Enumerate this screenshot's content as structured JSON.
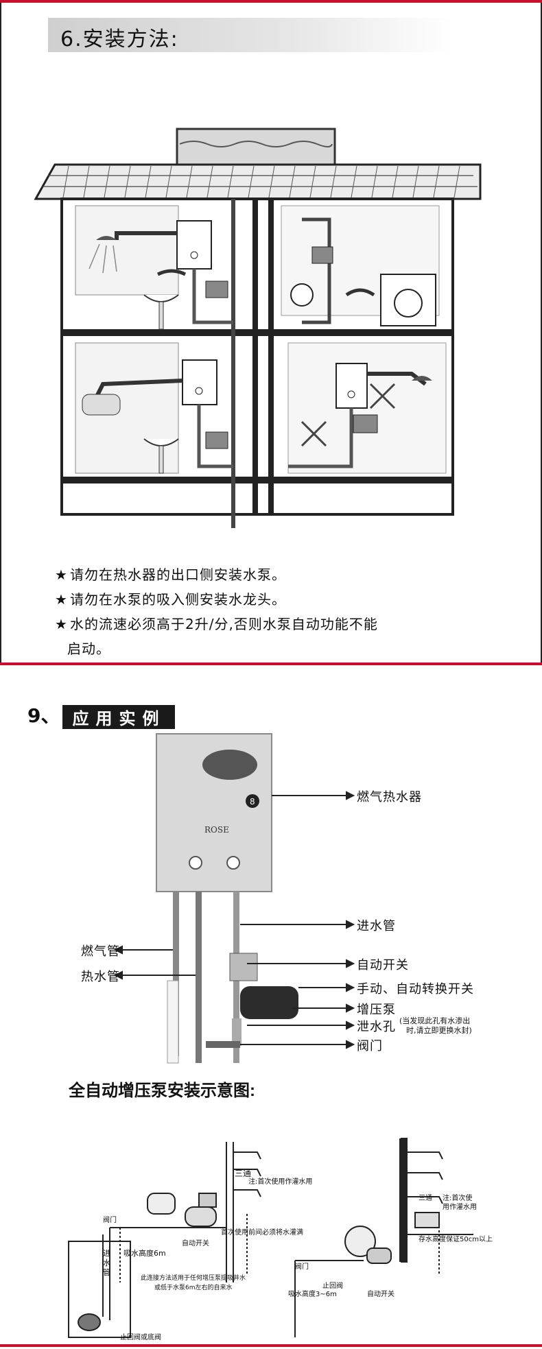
{
  "section6": {
    "title": "6.安装方法:",
    "notes": [
      "请勿在热水器的出口侧安装水泵。",
      "请勿在水泵的吸入侧安装水龙头。",
      "水的流速必须高于2升/分,否则水泵自动功能不能",
      "启动。"
    ],
    "star": "★"
  },
  "section9": {
    "title_num": "9、",
    "title_box": "应用实例",
    "heater_brand": "ROSE",
    "heater_badge": "8",
    "labels_right": {
      "heater": "燃气热水器",
      "inlet": "进水管",
      "auto_switch": "自动开关",
      "manual_auto": "手动、自动转换开关",
      "pump": "增压泵",
      "drain": "泄水孔",
      "drain_note_1": "(当发现此孔有水渗出",
      "drain_note_2": "时,请立即更换水封)",
      "valve": "阀门"
    },
    "labels_left": {
      "gas_pipe": "燃气管",
      "hot_pipe": "热水管"
    }
  },
  "diagram": {
    "subtitle": "全自动增压泵安装示意图:",
    "left": {
      "santong": "三通",
      "note": "注:首次使用作灌水用",
      "valve": "阀门",
      "inlet_pipe": [
        "进",
        "水",
        "管"
      ],
      "suction_height": "吸水高度6m",
      "auto_switch": "自动开关",
      "fill_note": "首次使用前间必须将水灌满",
      "caption_1": "此连接方法适用于任何增压泵提吸井水",
      "caption_2": "或低于水泵6m左右的自来水",
      "check_valve": "止回阀或底阀"
    },
    "right": {
      "santong": "三通",
      "note_1": "注:首次使",
      "note_2": "用作灌水用",
      "storage": "存水高度保证50cm以上",
      "valve": "阀门",
      "check_valve": "止回阀",
      "suction_height": "吸水高度3~6m",
      "auto_switch": "自动开关"
    }
  },
  "colors": {
    "accent_red": "#c8102e",
    "dark": "#1a1a1a",
    "pipe": "#555555"
  }
}
